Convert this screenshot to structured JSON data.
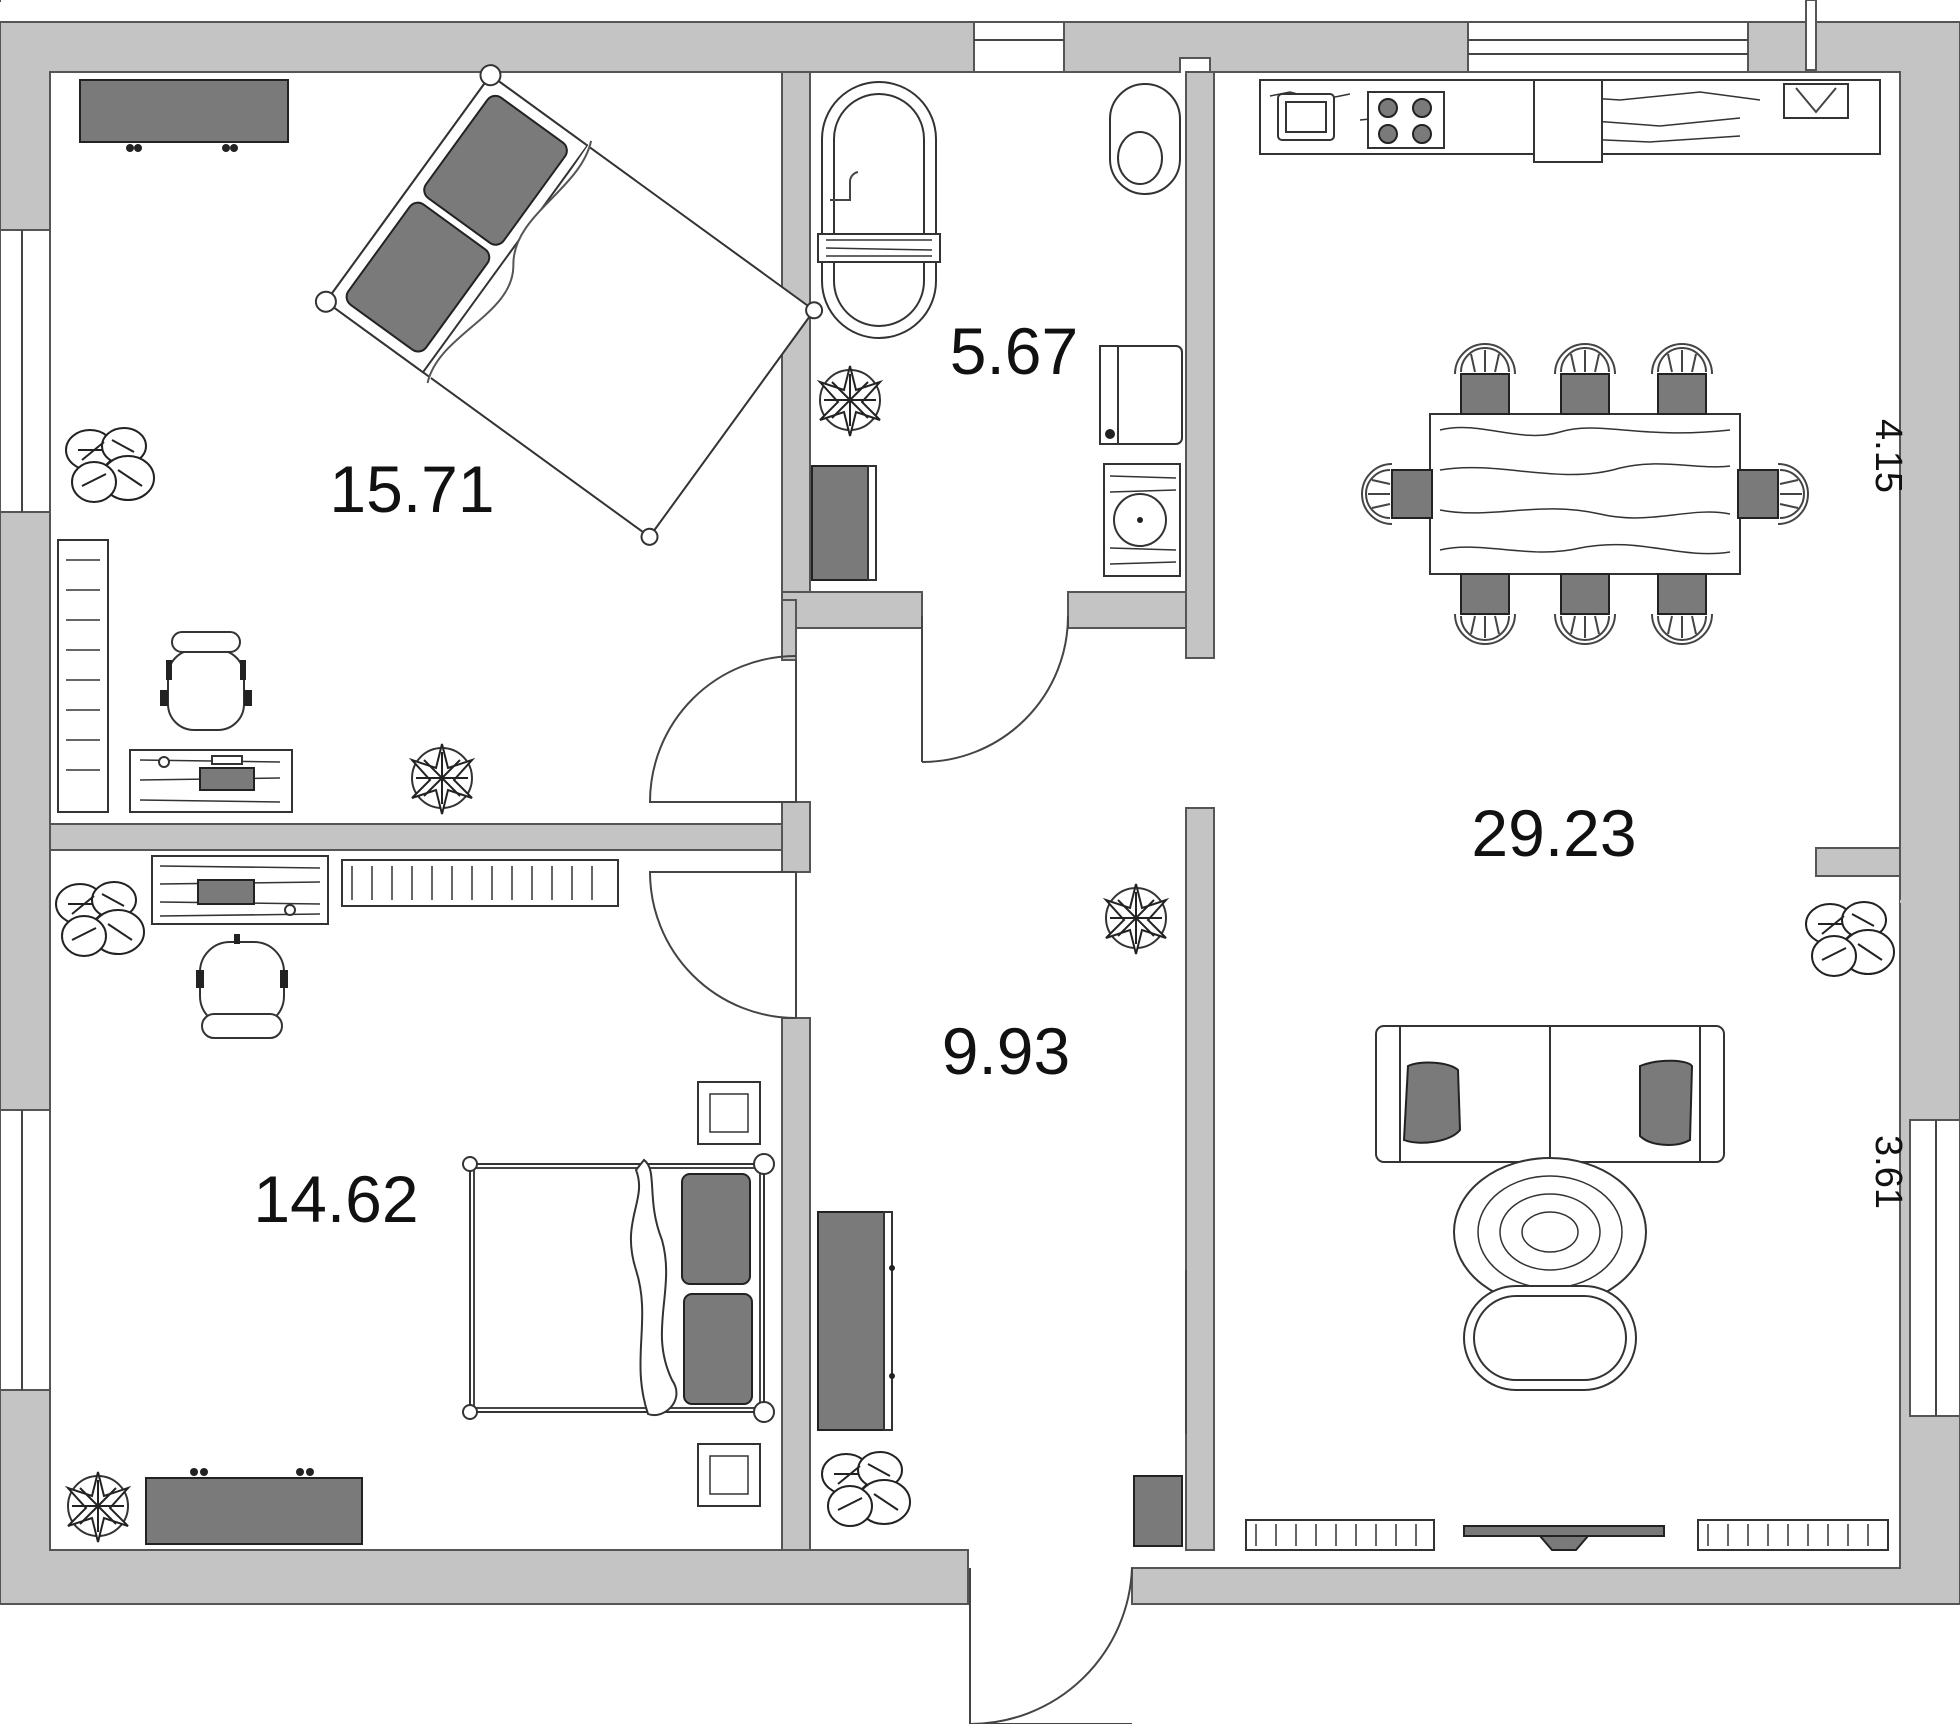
{
  "floorplan": {
    "rooms": [
      {
        "id": "bedroom-1",
        "area": "15.71"
      },
      {
        "id": "bathroom",
        "area": "5.67"
      },
      {
        "id": "kitchen-living",
        "area": "29.23"
      },
      {
        "id": "bedroom-2",
        "area": "14.62"
      },
      {
        "id": "hallway",
        "area": "9.93"
      }
    ],
    "dimensions": {
      "upper_right": "4.15",
      "lower_right": "3.61"
    }
  },
  "colors": {
    "wall": "#c4c4c4",
    "furniture_dark": "#7a7a7a",
    "background": "#ffffff"
  }
}
